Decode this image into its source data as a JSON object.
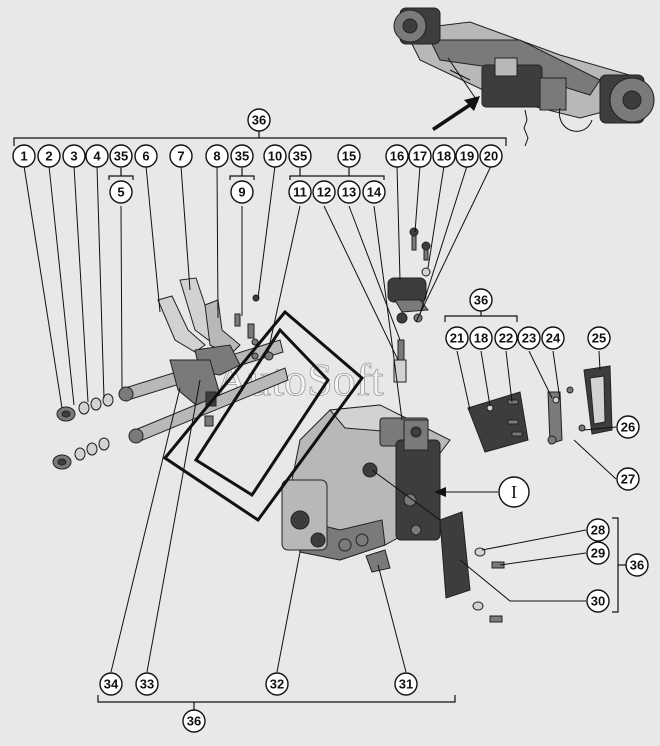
{
  "watermark": "AutoSoft",
  "view_marker": "I",
  "callouts": {
    "c1": "1",
    "c2": "2",
    "c3": "3",
    "c4": "4",
    "c35a": "35",
    "c6": "6",
    "c7": "7",
    "c8": "8",
    "c35b": "35",
    "c10": "10",
    "c35c": "35",
    "c15": "15",
    "c16": "16",
    "c17": "17",
    "c18a": "18",
    "c19": "19",
    "c20": "20",
    "c5": "5",
    "c9": "9",
    "c11": "11",
    "c12": "12",
    "c13": "13",
    "c14": "14",
    "c36top": "36",
    "c36mid": "36",
    "c21": "21",
    "c18b": "18",
    "c22": "22",
    "c23": "23",
    "c24": "24",
    "c25": "25",
    "c26": "26",
    "c27": "27",
    "c28": "28",
    "c29": "29",
    "c36right": "36",
    "c30": "30",
    "c31": "31",
    "c32": "32",
    "c33": "33",
    "c34": "34",
    "c36bottom": "36"
  },
  "colors": {
    "line": "#111111",
    "background": "#e8e8e8",
    "part_dark": "#3d3d3d",
    "part_light": "#b8b8b8"
  }
}
